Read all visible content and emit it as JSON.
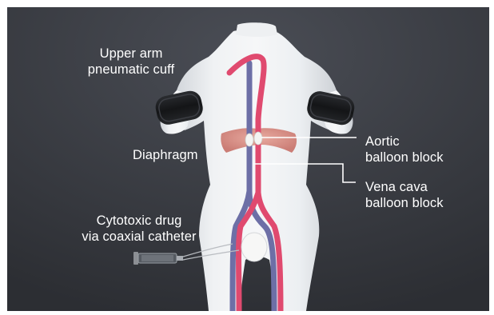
{
  "labels": {
    "upper_arm_cuff": [
      "Upper arm",
      "pneumatic cuff"
    ],
    "diaphragm": "Diaphragm",
    "aortic_balloon": [
      "Aortic",
      "balloon block"
    ],
    "vena_cava_balloon": [
      "Vena cava",
      "balloon block"
    ],
    "cytotoxic_drug": [
      "Cytotoxic drug",
      "via coaxial catheter"
    ]
  },
  "colors": {
    "background": "#3a3c42",
    "body": "#e8ebee",
    "artery": "#e04a6f",
    "vein": "#6d6fa6",
    "diaphragm": "#d98f86",
    "cuff": "#1a1c1f",
    "label": "#ffffff"
  }
}
